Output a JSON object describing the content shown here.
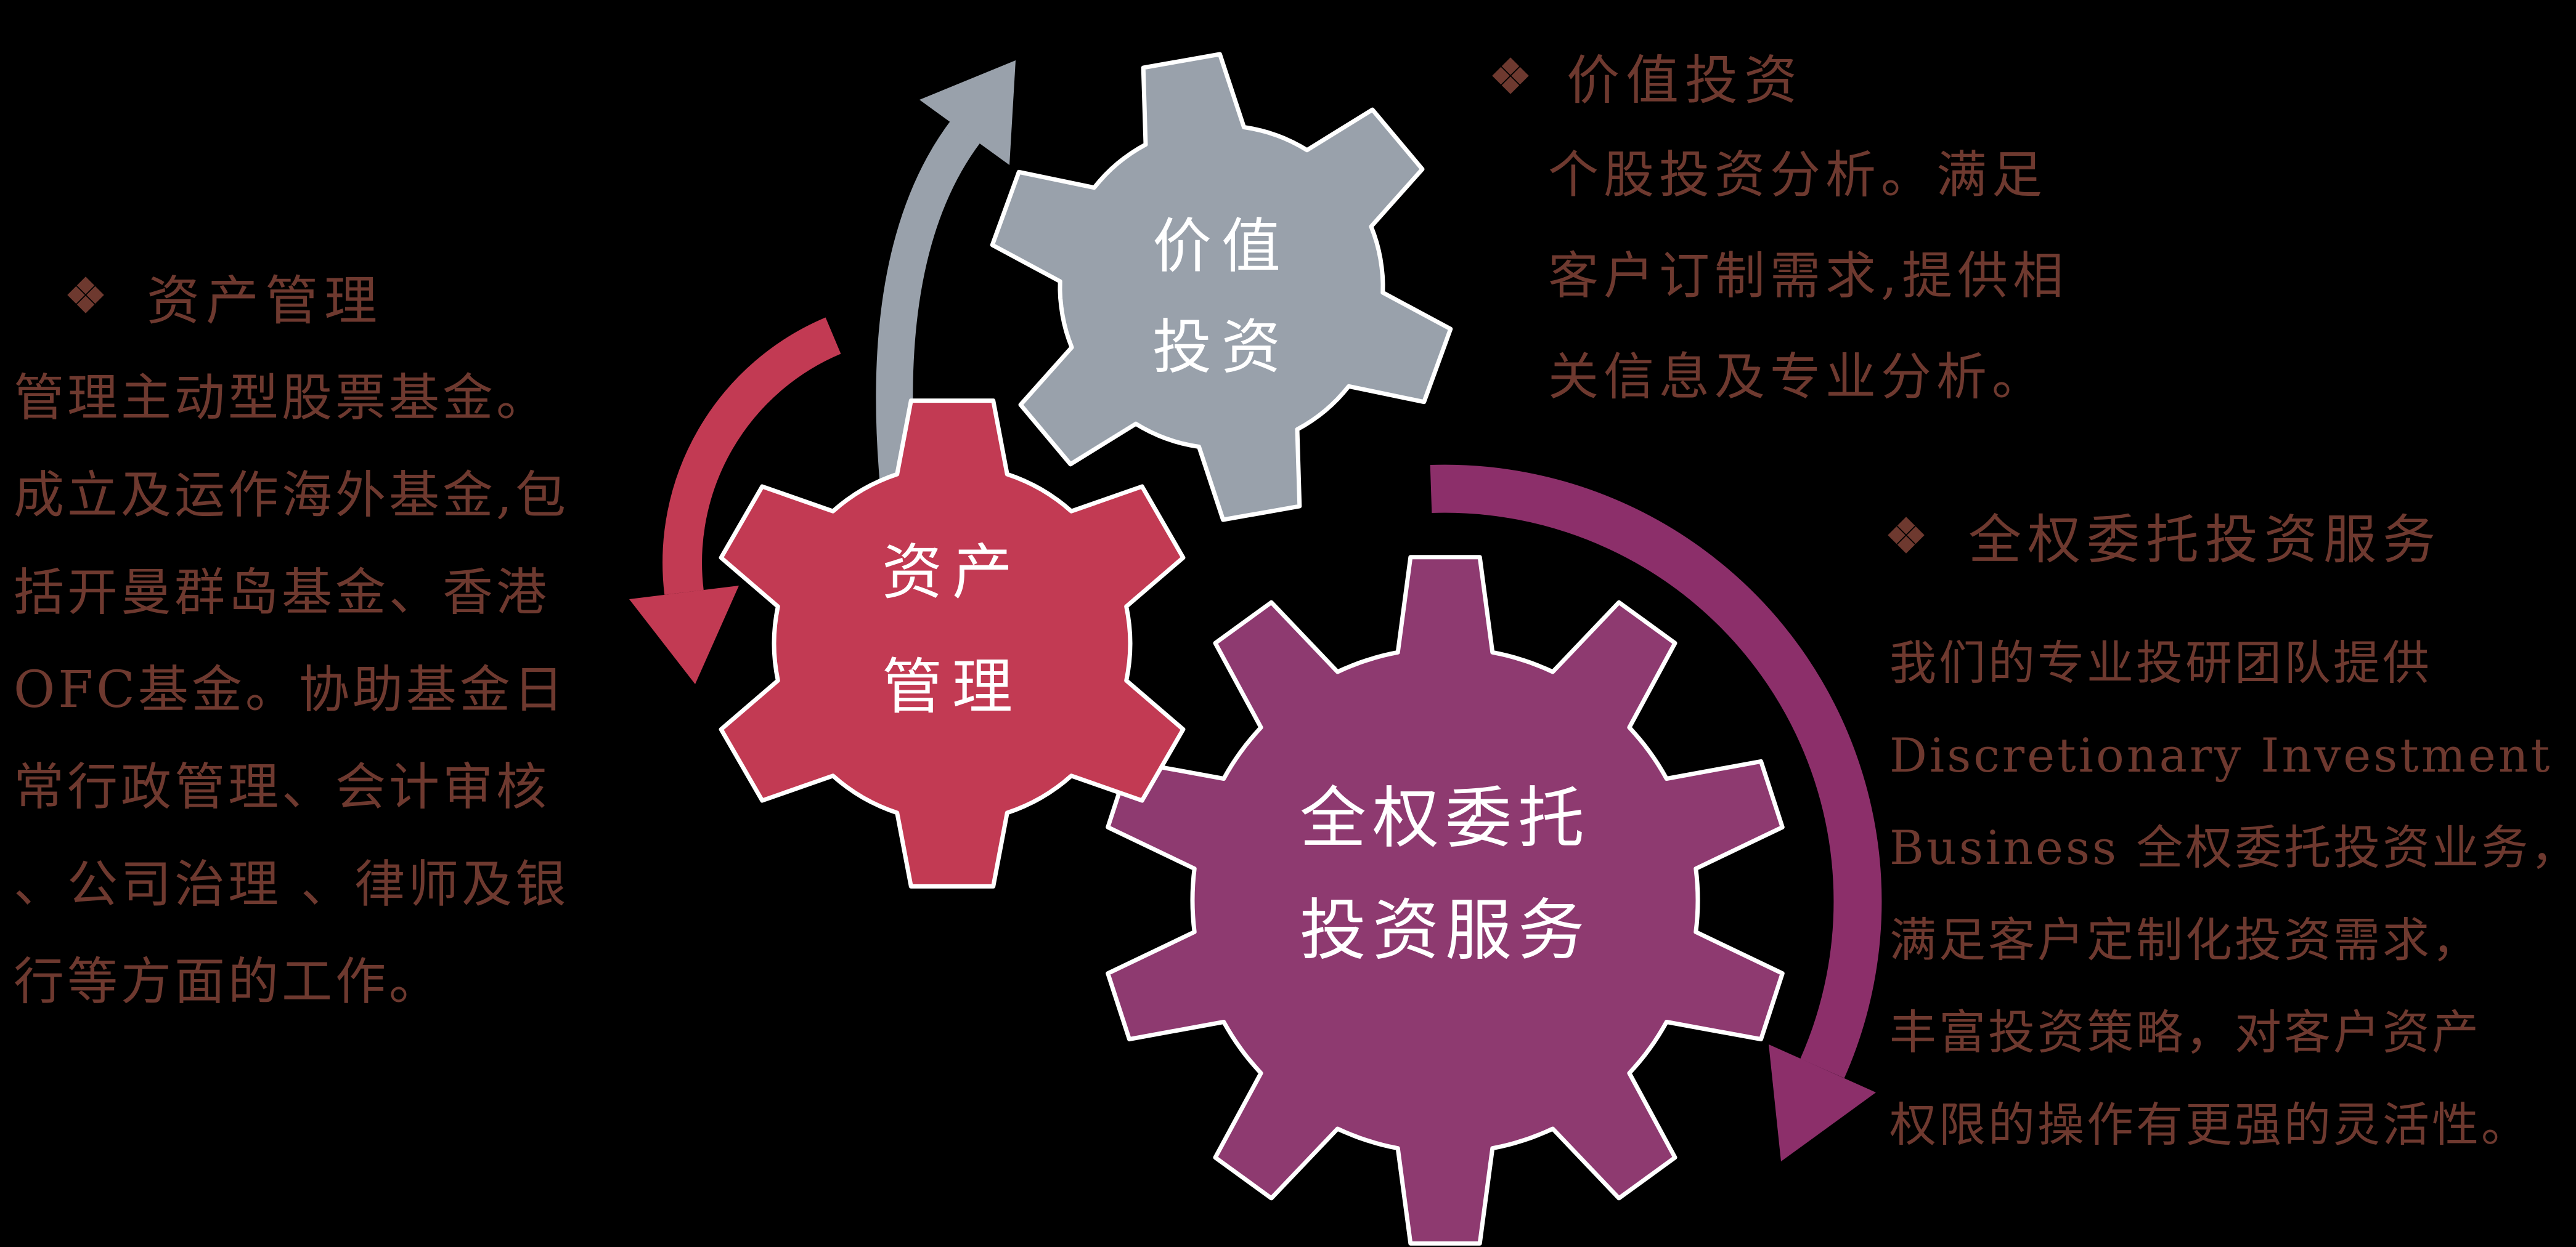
{
  "colors": {
    "background": "#000000",
    "text_brown": "#6E392F",
    "gear_gray": "#99A1AB",
    "gear_red": "#C23A53",
    "gear_purple": "#8E3A70",
    "arrow_gray": "#99A1AB",
    "arrow_red": "#C23A53",
    "arrow_purple": "#8C2F6A",
    "gear_outline": "#FFFFFF",
    "gear_label": "#FFFFFF"
  },
  "sections": {
    "asset_management": {
      "title": "资产管理",
      "body": [
        "管理主动型股票基金。",
        "成立及运作海外基金,包",
        "括开曼群岛基金、香港",
        "OFC基金。协助基金日",
        "常行政管理、会计审核",
        "、公司治理 、律师及银",
        "行等方面的工作。"
      ]
    },
    "value_investing": {
      "title": "价值投资",
      "body": [
        "个股投资分析。满足",
        "客户订制需求,提供相",
        "关信息及专业分析。"
      ]
    },
    "discretionary": {
      "title": "全权委托投资服务",
      "body": [
        "我们的专业投研团队提供",
        "Discretionary Investment",
        "Business 全权委托投资业务，",
        "满足客户定制化投资需求，",
        "丰富投资策略，对客户资产",
        "权限的操作有更强的灵活性。"
      ]
    }
  },
  "gears": {
    "value": {
      "label": [
        "价值",
        "投资"
      ]
    },
    "asset": {
      "label": [
        "资产",
        "管理"
      ]
    },
    "discretionary": {
      "label": [
        "全权委托",
        "投资服务"
      ]
    }
  }
}
